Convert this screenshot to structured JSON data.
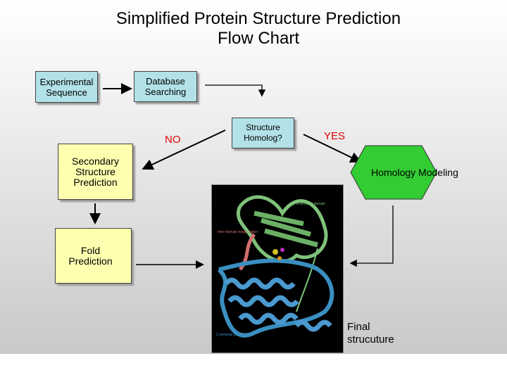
{
  "title": {
    "line1": "Simplified Protein Structure Prediction",
    "line2": "Flow Chart"
  },
  "nodes": {
    "experimental_sequence": "Experimental Sequence",
    "database_searching": "Database Searching",
    "structure_homolog": "Structure Homolog?",
    "secondary_structure": "Secondary Structure Prediction",
    "homology_modeling": "Homology Modeling",
    "fold_prediction": "Fold Prediction"
  },
  "edge_labels": {
    "no": "NO",
    "yes": "YES"
  },
  "image_labels": {
    "n_terminal": "N-terminal domain",
    "hinge": "Inter-domain hinge region",
    "c_terminal": "C-terminal domain"
  },
  "final_label": "Final strucuture",
  "colors": {
    "teal": "#b2e2e8",
    "yellow": "#ffffb0",
    "green": "#33cc33",
    "red": "#e00000"
  }
}
